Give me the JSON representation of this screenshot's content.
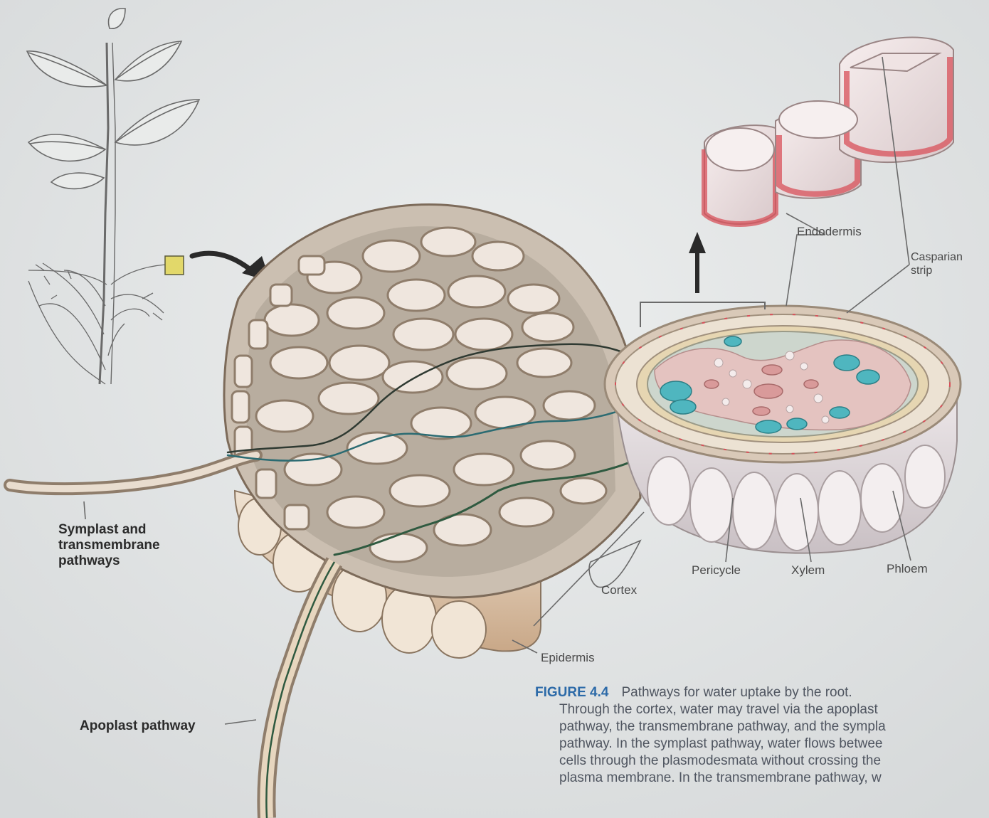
{
  "labels": {
    "symplast": "Symplast and\ntransmembrane\npathways",
    "apoplast": "Apoplast pathway",
    "endodermis": "Endodermis",
    "casparian": "Casparian\nstrip",
    "pericycle": "Pericycle",
    "xylem": "Xylem",
    "phloem": "Phloem",
    "cortex": "Cortex",
    "epidermis": "Epidermis"
  },
  "caption": {
    "figure": "FIGURE 4.4",
    "title": "Pathways for water uptake by the root.",
    "body": "Through the cortex, water may travel via the apoplast\npathway, the transmembrane pathway, and the sympla\npathway. In the symplast pathway, water flows betwee\ncells through the plasmodesmata without crossing the\nplasma membrane. In the transmembrane pathway, w"
  },
  "colors": {
    "background": "#e4e6e6",
    "cell_wall": "#a89582",
    "cell_fill": "#efe6de",
    "casparian_strip": "#d8505a",
    "xylem": "#4fb6bf",
    "phloem_pink": "#d9a0a0",
    "pathway_dark": "#2f3a32",
    "pathway_teal": "#2b6b72",
    "caption_blue": "#2c6aa8"
  }
}
